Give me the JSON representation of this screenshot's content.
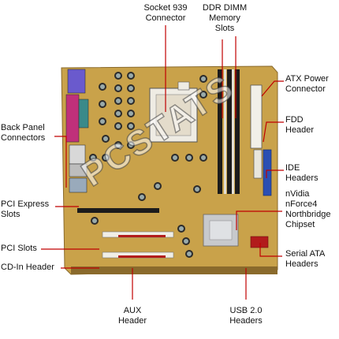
{
  "labels": {
    "socket": "Socket 939\nConnector",
    "ddr": "DDR DIMM\nMemory\nSlots",
    "atx": "ATX Power\nConnector",
    "fdd": "FDD\nHeader",
    "ide": "IDE\nHeaders",
    "northbridge": "nVidia\nnForce4\nNorthbridge\nChipset",
    "sata": "Serial ATA\nHeaders",
    "usb": "USB 2.0\nHeaders",
    "aux": "AUX\nHeader",
    "cdin": "CD-In Header",
    "pci": "PCI Slots",
    "pcie": "PCI Express\nSlots",
    "backpanel": "Back Panel\nConnectors"
  },
  "watermark": "PCSTATS",
  "colors": {
    "leader": "#c00000",
    "board": "#c9a24a",
    "board_dark": "#8a6a2c",
    "dimm": "#1c1c1c",
    "ide_blue": "#2a4fb3",
    "pci_white": "#f1efe6",
    "pci_red": "#b21c1c",
    "heatsink": "#c7c9cc"
  }
}
